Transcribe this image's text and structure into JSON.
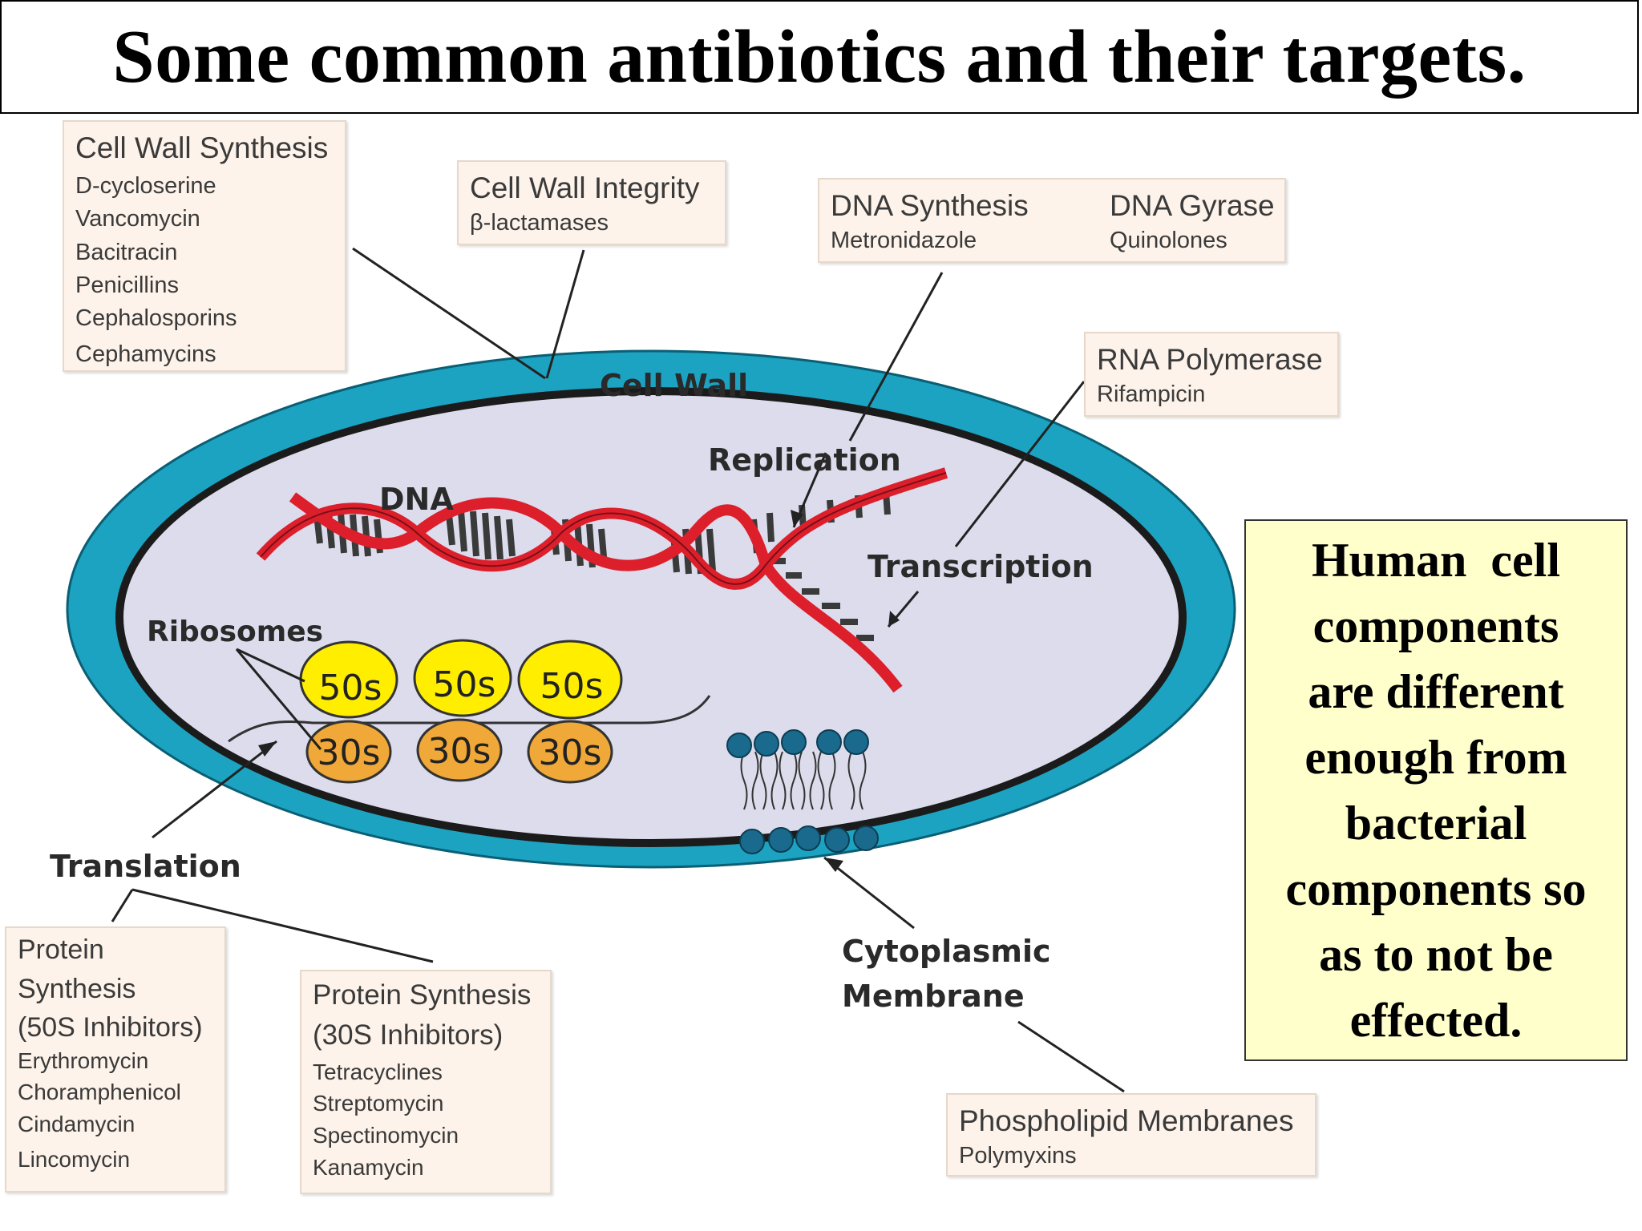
{
  "title": "Some common antibiotics and their targets.",
  "labels": {
    "cell_wall": "Cell Wall",
    "dna": "DNA",
    "replication": "Replication",
    "transcription": "Transcription",
    "ribosomes": "Ribosomes",
    "translation": "Translation",
    "cytoplasmic_membrane_line1": "Cytoplasmic",
    "cytoplasmic_membrane_line2": "Membrane",
    "subunit_50s": "50s",
    "subunit_30s": "30s"
  },
  "boxes": {
    "cell_wall_synthesis": {
      "heading": "Cell Wall Synthesis",
      "items": [
        "D-cycloserine",
        "Vancomycin",
        "Bacitracin",
        "Penicillins",
        "Cephalosporins",
        "Cephamycins"
      ]
    },
    "cell_wall_integrity": {
      "heading": "Cell Wall Integrity",
      "items": [
        "β-lactamases"
      ]
    },
    "dna_synthesis": {
      "heading": "DNA Synthesis",
      "items": [
        "Metronidazole"
      ]
    },
    "dna_gyrase": {
      "heading": "DNA Gyrase",
      "items": [
        "Quinolones"
      ]
    },
    "rna_polymerase": {
      "heading": "RNA Polymerase",
      "items": [
        "Rifampicin"
      ]
    },
    "protein_synthesis_50s": {
      "heading_lines": [
        "Protein",
        "Synthesis",
        "(50S Inhibitors)"
      ],
      "items": [
        "Erythromycin",
        "Choramphenicol",
        "Cindamycin",
        "Lincomycin"
      ]
    },
    "protein_synthesis_30s": {
      "heading_lines": [
        "Protein Synthesis",
        "(30S Inhibitors)"
      ],
      "items": [
        "Tetracyclines",
        "Streptomycin",
        "Spectinomycin",
        "Kanamycin"
      ]
    },
    "phospholipid_membranes": {
      "heading": "Phospholipid Membranes",
      "items": [
        "Polymyxins"
      ]
    }
  },
  "note_lines": [
    "Human  cell",
    "components",
    "are different",
    "enough from",
    "bacterial",
    "components so",
    "as to not be",
    "effected."
  ],
  "colors": {
    "cell_wall": "#1ca3c2",
    "cytoplasm": "#dcdcec",
    "dna_strand": "#dd1f2c",
    "dna_rungs": "#3a3a3a",
    "ribosome_50s": "#ffee00",
    "ribosome_30s": "#f0a838",
    "membrane_heads": "#1a6a8e",
    "note_bg": "#ffffcc"
  }
}
